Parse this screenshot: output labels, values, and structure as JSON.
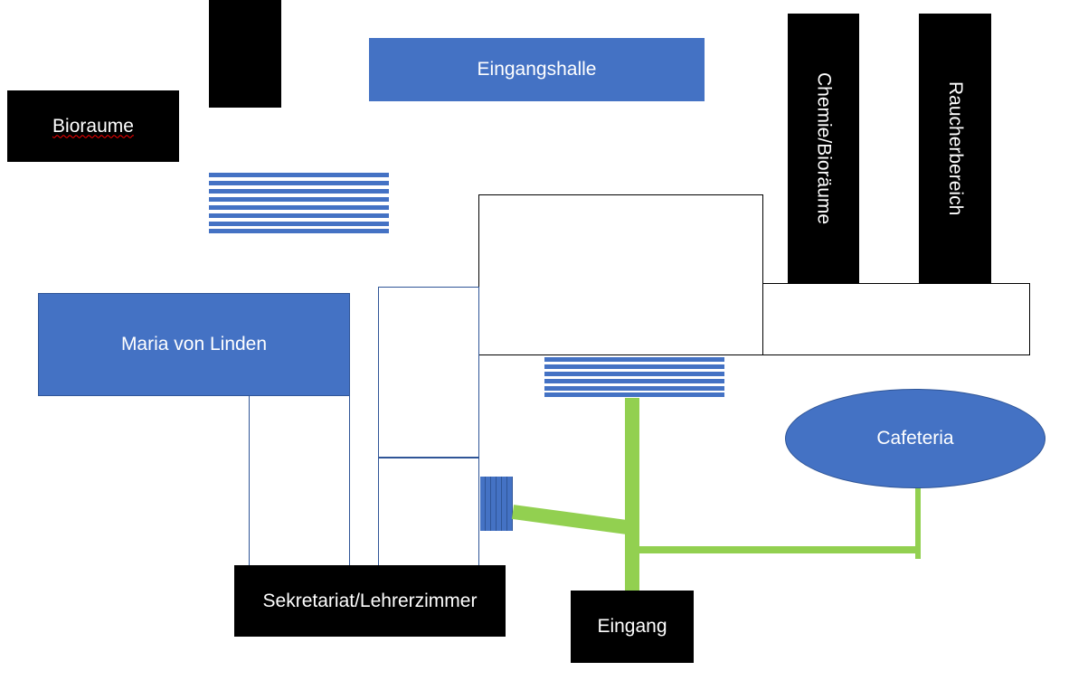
{
  "rooms": {
    "bioraume": "Bioraume",
    "eingangshalle": "Eingangshalle",
    "chemie": "Chemie/Bioräume",
    "raucher": "Raucherbereich",
    "maria": "Maria von Linden",
    "cafeteria": "Cafeteria",
    "sekretariat": "Sekretariat/Lehrerzimmer",
    "eingang": "Eingang"
  },
  "colors": {
    "building_blue": "#4472C4",
    "dark_room": "#000000",
    "path_green": "#92D050"
  }
}
